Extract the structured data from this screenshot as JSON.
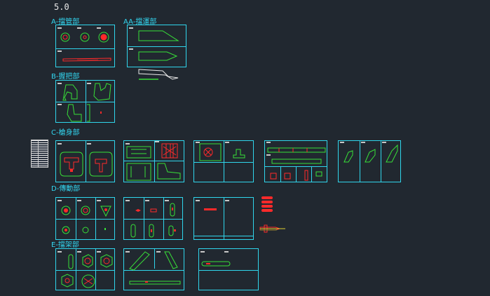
{
  "version": "5.0",
  "sections": {
    "a": "A-擋管部",
    "aa": "AA-擋運部",
    "b": "B-握把部",
    "c": "C-槍身部",
    "d": "D-傳動部",
    "e": "E-擋架部"
  },
  "colors": {
    "background": "#212830",
    "frame": "#30d6ec",
    "part": "#38e038",
    "detail": "#ff2a2a",
    "label": "#c8c8c8"
  }
}
